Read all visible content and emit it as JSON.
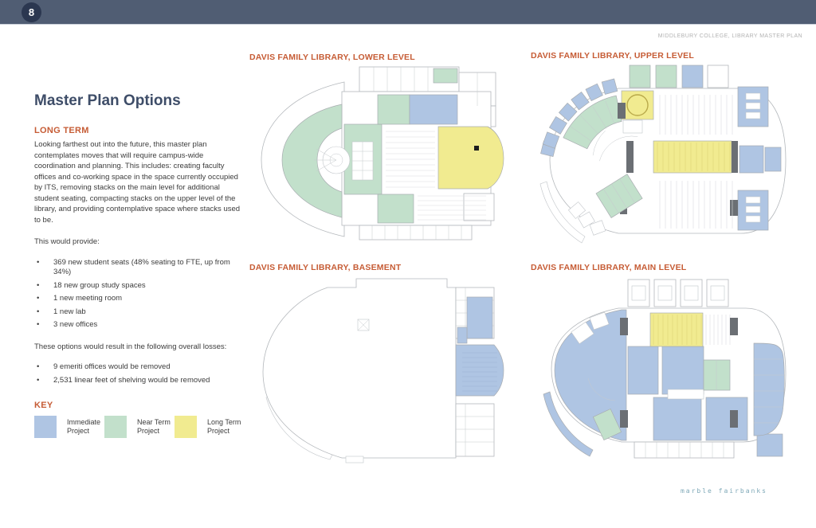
{
  "page": {
    "number": "8",
    "header_right": "MIDDLEBURY COLLEGE, LIBRARY MASTER PLAN",
    "footer": "marble fairbanks"
  },
  "left": {
    "title": "Master Plan Options",
    "section_label": "LONG TERM",
    "body": "Looking farthest out into the future, this master plan contemplates moves that will require campus-wide coordination and planning. This includes: creating faculty offices and co-working space in the space currently occupied by ITS, removing stacks on the main level for additional student seating, compacting stacks on the upper level of the library, and providing contemplative space where stacks used to be.",
    "provides_intro": "This would provide:",
    "provides": [
      "369 new student seats (48% seating to FTE, up from 34%)",
      "18 new group study spaces",
      "1 new meeting room",
      "1 new lab",
      "3 new offices"
    ],
    "losses_intro": "These options would result in the following overall losses:",
    "losses": [
      "9 emeriti offices would be removed",
      "2,531 linear feet of shelving would be removed"
    ]
  },
  "key": {
    "label": "KEY",
    "items": [
      {
        "label": "Immediate Project",
        "type": "immediate"
      },
      {
        "label": "Near Term Project",
        "type": "near_term"
      },
      {
        "label": "Long Term Project",
        "type": "long_term"
      }
    ]
  },
  "plans": [
    {
      "title": "DAVIS FAMILY LIBRARY, LOWER LEVEL"
    },
    {
      "title": "DAVIS FAMILY LIBRARY, UPPER LEVEL"
    },
    {
      "title": "DAVIS FAMILY LIBRARY, BASEMENT"
    },
    {
      "title": "DAVIS FAMILY LIBRARY, MAIN LEVEL"
    }
  ],
  "colors": {
    "immediate": "#afc5e3",
    "near_term": "#c2e0cb",
    "long_term": "#f1eb90",
    "accent": "#c65c35",
    "heading": "#3e4d68",
    "topbar": "#505d73",
    "topbar_circle": "#2b3750",
    "footer_text": "#7fa9b8"
  }
}
